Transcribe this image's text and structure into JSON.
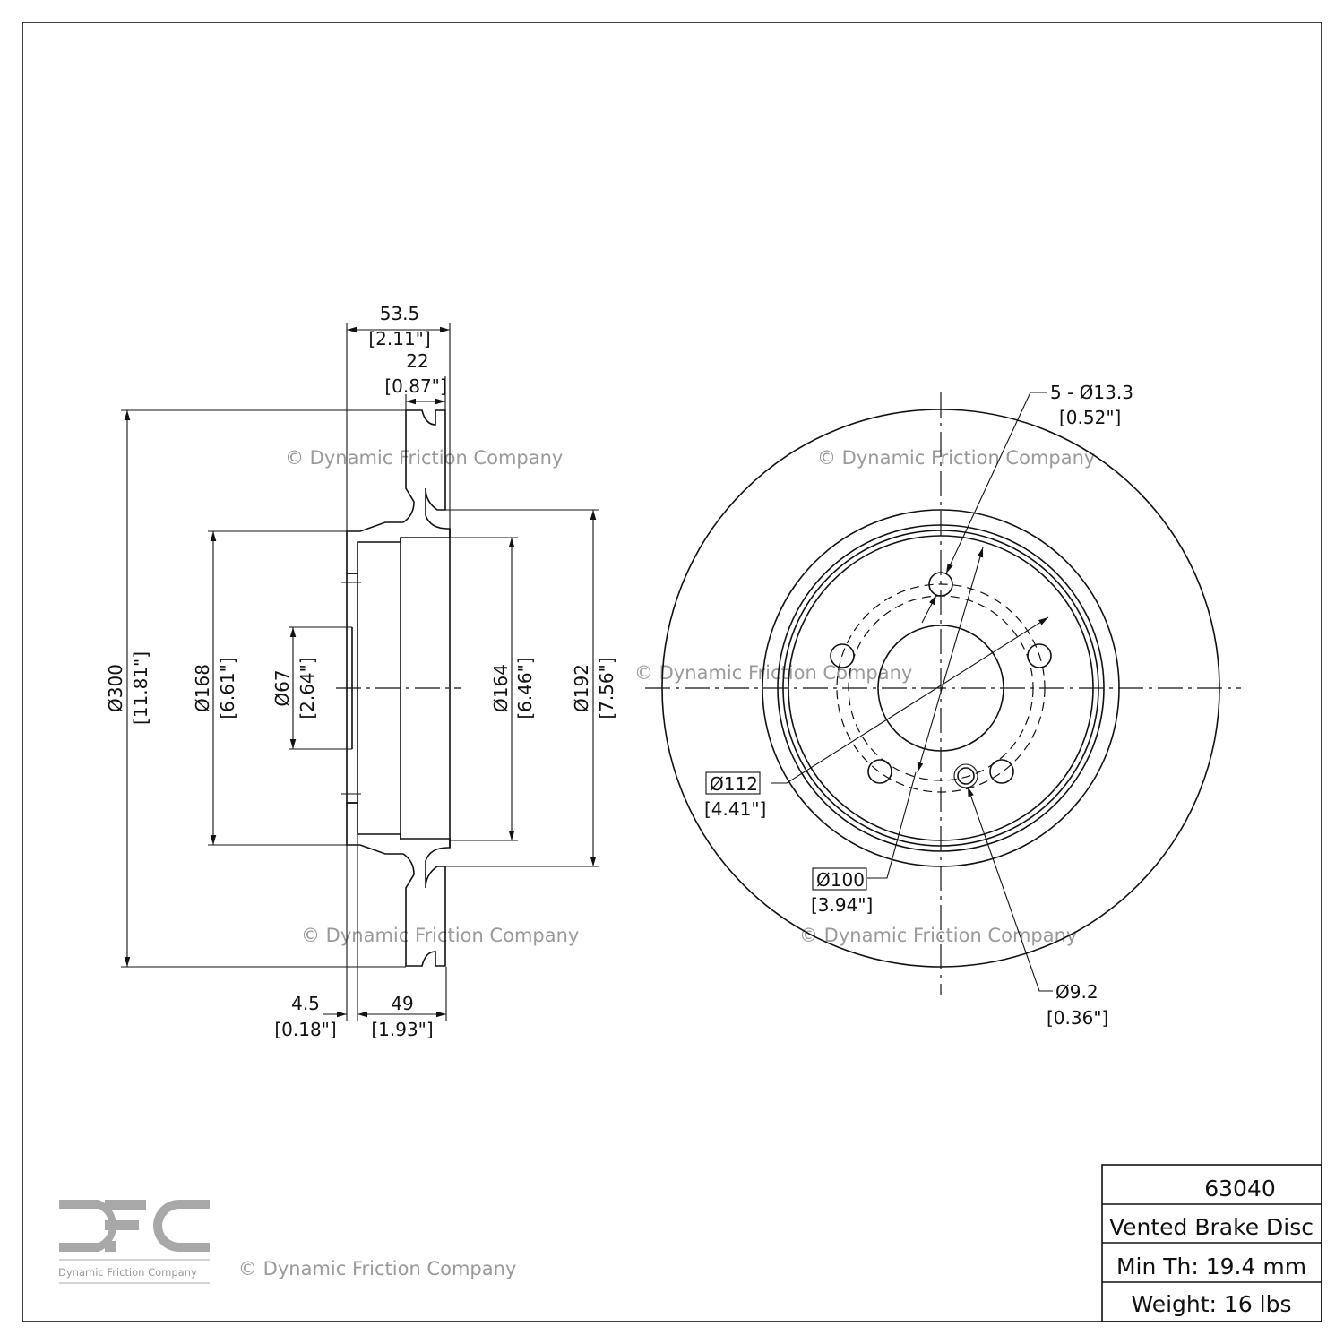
{
  "watermark": "© Dynamic Friction Company",
  "logo": {
    "letters": "DFC",
    "caption": "Dynamic Friction Company"
  },
  "title_block": {
    "part_number": "63040",
    "description": "Vented Brake Disc",
    "min_thickness": "Min Th: 19.4 mm",
    "weight": "Weight: 16 lbs"
  },
  "section_view": {
    "overall_width": {
      "mm": "53.5",
      "in": "[2.11\"]"
    },
    "disc_thickness": {
      "mm": "22",
      "in": "[0.87\"]"
    },
    "outer_diameter": {
      "mm": "Ø300",
      "in": "[11.81\"]"
    },
    "hat_diameter": {
      "mm": "Ø168",
      "in": "[6.61\"]"
    },
    "center_bore": {
      "mm": "Ø67",
      "in": "[2.64\"]"
    },
    "inner_hat_diameter": {
      "mm": "Ø164",
      "in": "[6.46\"]"
    },
    "friction_inner_diameter": {
      "mm": "Ø192",
      "in": "[7.56\"]"
    },
    "hat_face_thickness": {
      "mm": "4.5",
      "in": "[0.18\"]"
    },
    "hat_height": {
      "mm": "49",
      "in": "[1.93\"]"
    }
  },
  "face_view": {
    "bolt_holes": {
      "mm": "5 - Ø13.3",
      "in": "[0.52\"]"
    },
    "bolt_circle_outer": {
      "mm": "Ø112",
      "in": "[4.41\"]"
    },
    "bolt_circle": {
      "mm": "Ø100",
      "in": "[3.94\"]"
    },
    "locating_hole": {
      "mm": "Ø9.2",
      "in": "[0.36\"]"
    }
  }
}
